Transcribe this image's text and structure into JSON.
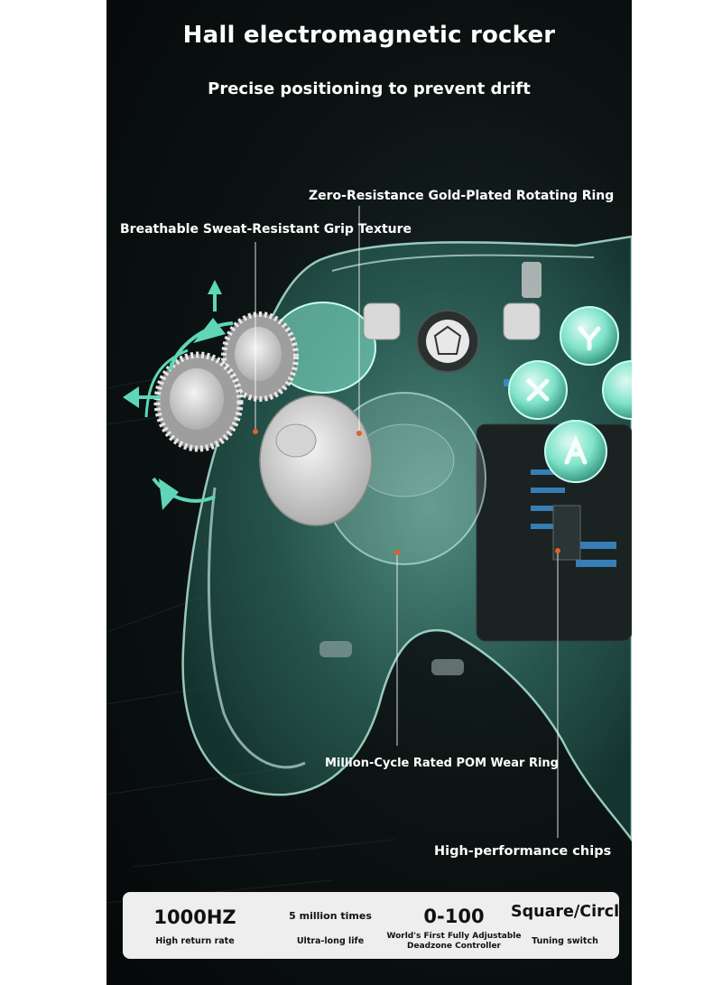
{
  "headline": "Hall electromagnetic rocker",
  "subheadline": "Precise positioning to prevent drift",
  "callouts": {
    "ring": "Zero-Resistance Gold-Plated Rotating Ring",
    "grip": "Breathable Sweat-Resistant Grip Texture",
    "pom": "Million-Cycle Rated POM Wear Ring",
    "chips": "High-performance chips"
  },
  "stats": [
    {
      "value": "1000HZ",
      "label": "High return rate"
    },
    {
      "value": "5 million times",
      "label": "Ultra-long life"
    },
    {
      "value": "0-100",
      "label_line1": "World's First Fully Adjustable",
      "label_line2": "Deadzone Controller"
    },
    {
      "value": "Square/Circle",
      "label": "Tuning switch"
    }
  ],
  "colors": {
    "background": "#0b1111",
    "accent_mint": "#6fe3c8",
    "arrow_teal": "#5fd6b8",
    "callout_dot": "#e0602a",
    "stats_bg": "#eeeeee"
  }
}
